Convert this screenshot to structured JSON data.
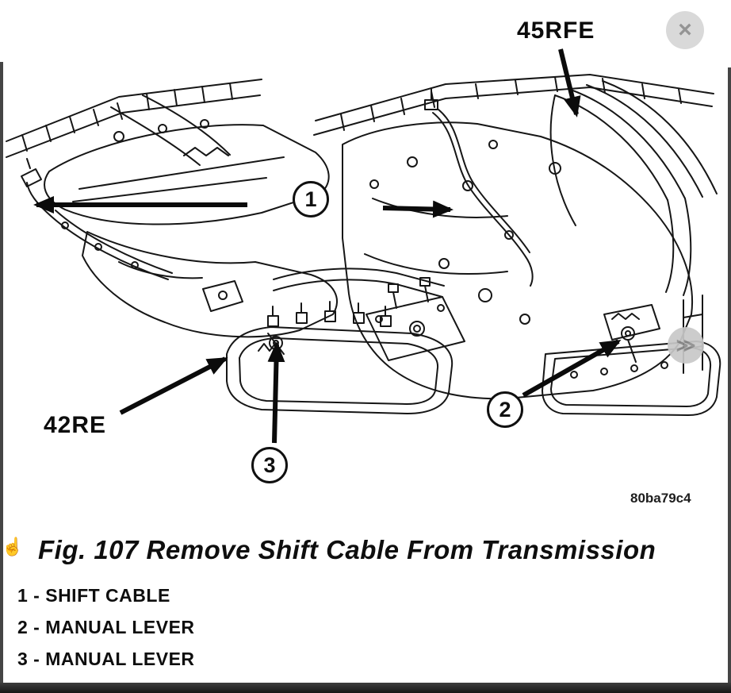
{
  "viewer": {
    "close_icon": "×",
    "logo_icon": "≫",
    "cursor_icon": "☝"
  },
  "figure": {
    "labels": {
      "right_model": "45RFE",
      "left_model": "42RE",
      "code": "80ba79c4"
    },
    "callouts": [
      {
        "num": "1"
      },
      {
        "num": "2"
      },
      {
        "num": "3"
      }
    ],
    "caption": "Fig. 107 Remove Shift Cable From Transmission",
    "legend": [
      "1 - SHIFT CABLE",
      "2 - MANUAL LEVER",
      "3 - MANUAL LEVER"
    ]
  }
}
